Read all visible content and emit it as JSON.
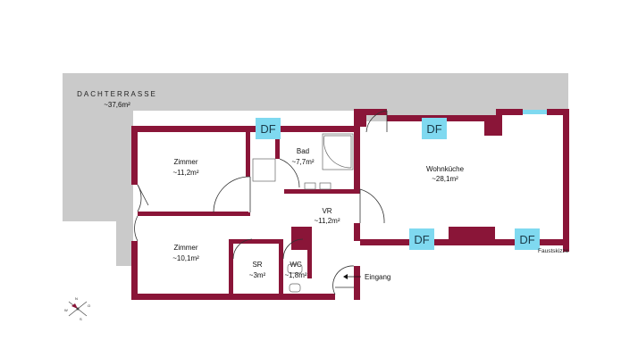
{
  "terrace": {
    "name": "DACHTERRASSE",
    "area": "~37,6m²"
  },
  "rooms": {
    "zimmer1": {
      "name": "Zimmer",
      "area": "~11,2m²"
    },
    "zimmer2": {
      "name": "Zimmer",
      "area": "~10,1m²"
    },
    "bad": {
      "name": "Bad",
      "area": "~7,7m²"
    },
    "vr": {
      "name": "VR",
      "area": "~11,2m²"
    },
    "sr": {
      "name": "SR",
      "area": "~3m²"
    },
    "wc": {
      "name": "WC",
      "area": "~1,8m²"
    },
    "wohnkueche": {
      "name": "Wohnküche",
      "area": "~28,1m²"
    }
  },
  "skylight_label": "DF",
  "entrance_label": "Eingang",
  "sketch_note": "Faustskizze",
  "compass_letters": {
    "n": "N",
    "e": "O",
    "s": "S",
    "w": "W"
  },
  "colors": {
    "wall": "#8a1538",
    "terrace": "#c8c8c8",
    "skylight": "#7fd9f0"
  }
}
